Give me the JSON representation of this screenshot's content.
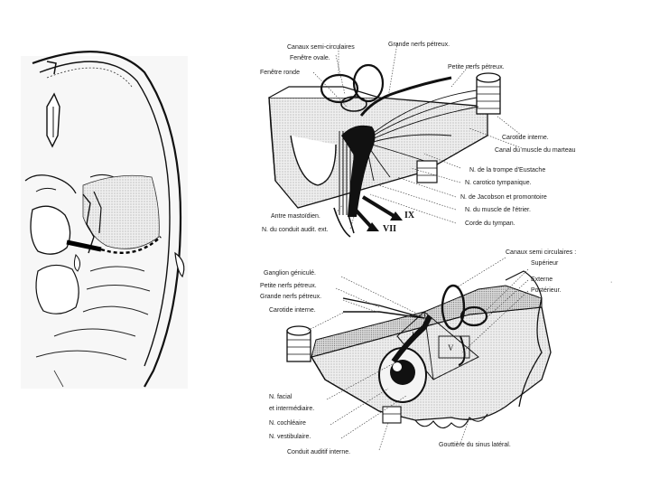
{
  "left_panel": {
    "labels": []
  },
  "upper_diagram": {
    "labels": {
      "canaux_semi": "Canaux semi-circulaires",
      "fenetre_ovale": "Fenêtre ovale.",
      "fenetre_ronde": "Fenêtre ronde",
      "grand_nerf": "Grande nerfs pétreux.",
      "petit_nerf": "Petite nerfs pétreux.",
      "carotide": "Carotide interne.",
      "canal_muscle": "Canal du muscle du marteau",
      "trompe": "N. de la trompe d'Eustache",
      "caroticotympanique": "N. carotico tympanique.",
      "jacobson": "N. de Jacobson et promontoire",
      "muscle_etrier": "N. du muscle de l'étrier.",
      "corde": "Corde du tympan.",
      "antre": "Antre mastoïdien.",
      "conduit_ext": "N. du conduit audit. ext.",
      "roman_ix": "IX",
      "roman_vii": "VII"
    }
  },
  "lower_diagram": {
    "labels": {
      "canaux_title": "Canaux semi circulaires :",
      "superieur": "Supérieur",
      "externe": "Externe",
      "posterieur": "Postérieur.",
      "ganglion": "Ganglion géniculé.",
      "petit_nerf": "Petite nerfs pétreux.",
      "grand_nerf": "Grande nerfs pétreux.",
      "carotide": "Carotide interne.",
      "facial": "N. facial",
      "intermediaire": "et intermédiaire.",
      "cochleaire": "N. cochléaire",
      "vestibulaire": "N. vestibulaire.",
      "conduit_int": "Conduit auditif interne.",
      "gouttiere": "Gouttière du sinus latéral.",
      "mark_l": "L",
      "mark_v": "V"
    }
  }
}
